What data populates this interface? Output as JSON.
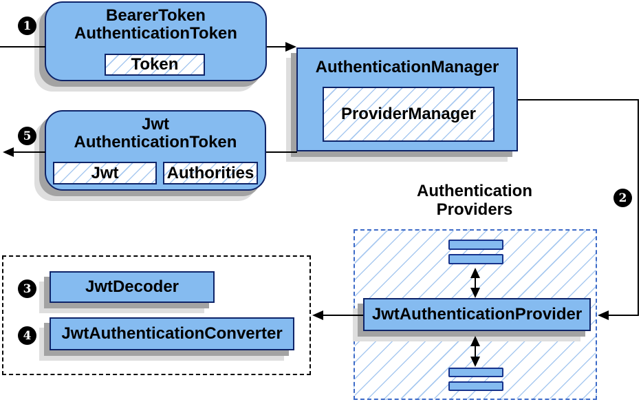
{
  "colors": {
    "node_fill": "#85bbf0",
    "node_border": "#0d2368",
    "hatch_line": "#a8c9f0",
    "providers_dash_border": "#3b69c7",
    "group_dash_border": "#000000",
    "connector": "#000000",
    "shadow_dark": "#a3a3a3",
    "shadow_light": "#dedede",
    "badge_bg": "#000000",
    "badge_text": "#ffffff"
  },
  "nodes": {
    "bearer_token": {
      "line1": "BearerToken",
      "line2": "AuthenticationToken",
      "token_chip": "Token"
    },
    "auth_manager": {
      "title": "AuthenticationManager",
      "provider_manager": "ProviderManager"
    },
    "jwt_auth_token": {
      "line1": "Jwt",
      "line2": "AuthenticationToken",
      "jwt_chip": "Jwt",
      "authorities_chip": "Authorities"
    },
    "jwt_auth_provider": {
      "title": "JwtAuthenticationProvider"
    },
    "jwt_decoder": {
      "title": "JwtDecoder"
    },
    "jwt_auth_converter": {
      "title": "JwtAuthenticationConverter"
    }
  },
  "groups": {
    "providers": {
      "label_line1": "Authentication",
      "label_line2": "Providers"
    }
  },
  "badges": {
    "step1": "1",
    "step2": "2",
    "step3": "3",
    "step4": "4",
    "step5": "5"
  }
}
